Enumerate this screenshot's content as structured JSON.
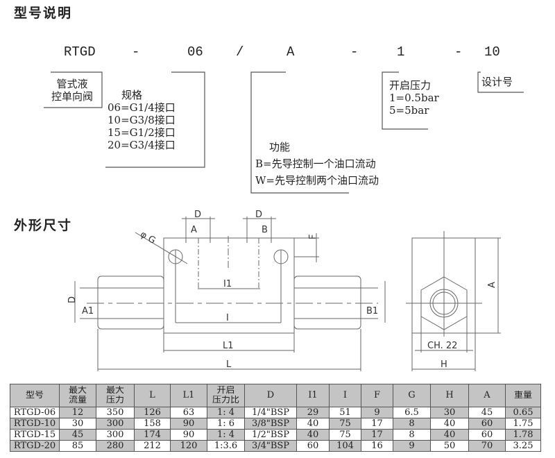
{
  "section1_title": "型号说明",
  "model_code": {
    "parts": [
      "RTGD",
      "-",
      "06",
      "/",
      "A",
      "-",
      "1",
      "-",
      "10"
    ]
  },
  "legend": {
    "type_label": [
      "管式液",
      "控单向阀"
    ],
    "size": {
      "title": "规格",
      "items": [
        "06=G1/4接口",
        "10=G3/8接口",
        "15=G1/2接口",
        "20=G3/4接口"
      ]
    },
    "function": {
      "title": "功能",
      "items": [
        "B=先导控制一个油口流动",
        "W=先导控制两个油口流动"
      ]
    },
    "cracking": {
      "title": "开启压力",
      "items": [
        "1=0.5bar",
        "5=5bar"
      ]
    },
    "design": "设计号"
  },
  "section2_title": "外形尺寸",
  "drawing_labels": {
    "D": "D",
    "A": "A",
    "B": "B",
    "F": "F",
    "G": "φ G",
    "I1": "I1",
    "I": "I",
    "L1": "L1",
    "L": "L",
    "A1": "A1",
    "B1": "B1",
    "A_side": "A",
    "CH": "CH. 22",
    "H": "H"
  },
  "table": {
    "headers": [
      [
        "型号"
      ],
      [
        "最大",
        "流量"
      ],
      [
        "最大",
        "压力"
      ],
      [
        "L"
      ],
      [
        "L1"
      ],
      [
        "开启",
        "压力比"
      ],
      [
        "D"
      ],
      [
        "I1"
      ],
      [
        "I"
      ],
      [
        "F"
      ],
      [
        "G"
      ],
      [
        "H"
      ],
      [
        "A"
      ],
      [
        "重量"
      ]
    ],
    "rows": [
      [
        "RTGD-06",
        "12",
        "350",
        "126",
        "63",
        "1: 4",
        "1/4\"BSP",
        "29",
        "51",
        "9",
        "6.5",
        "30",
        "45",
        "0.65"
      ],
      [
        "RTGD-10",
        "30",
        "300",
        "158",
        "90",
        "1: 6",
        "3/8\"BSP",
        "40",
        "75",
        "17",
        "8",
        "40",
        "60",
        "1.75"
      ],
      [
        "RTGD-15",
        "45",
        "300",
        "174",
        "90",
        "1: 4",
        "1/2\"BSP",
        "40",
        "75",
        "17",
        "8",
        "40",
        "60",
        "1.78"
      ],
      [
        "RTGD-20",
        "85",
        "280",
        "212",
        "120",
        "1:3.6",
        "3/4\"BSP",
        "60",
        "104",
        "16",
        "9",
        "50",
        "70",
        "3.25"
      ]
    ]
  }
}
